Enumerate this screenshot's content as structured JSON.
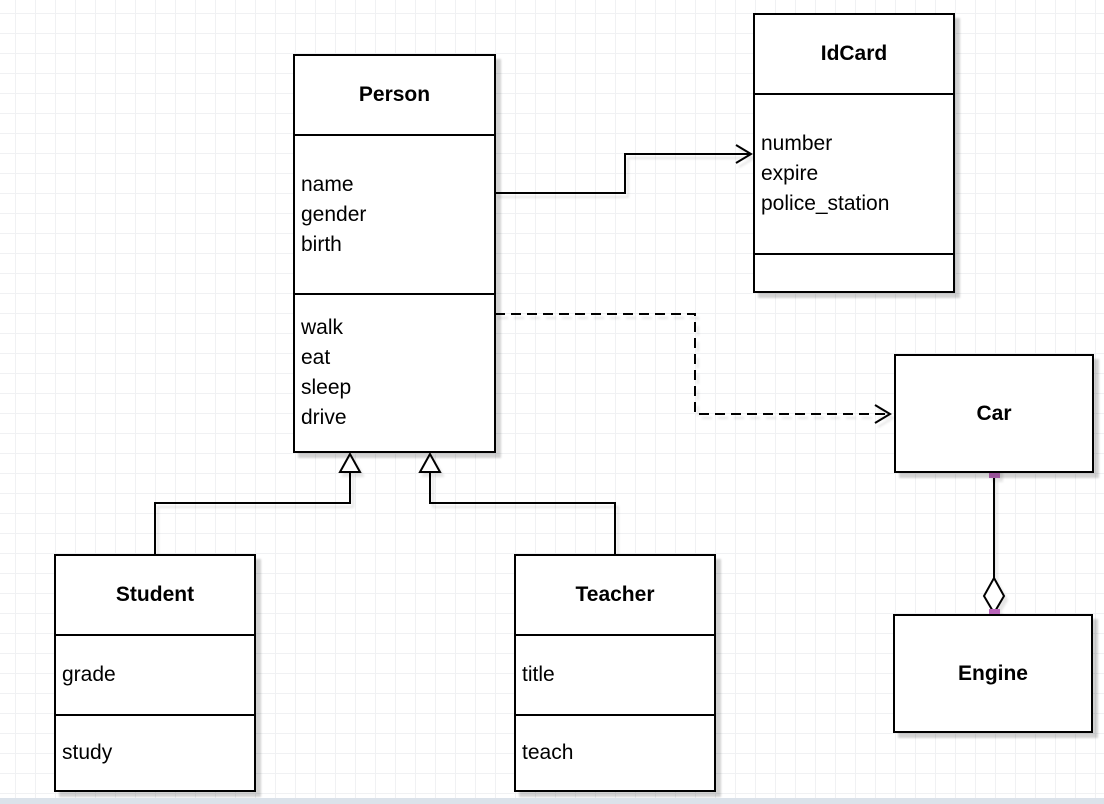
{
  "diagram": {
    "kind": "uml-class-diagram",
    "classes": {
      "person": {
        "name": "Person",
        "attributes": [
          "name",
          "gender",
          "birth"
        ],
        "methods": [
          "walk",
          "eat",
          "sleep",
          "drive"
        ]
      },
      "idcard": {
        "name": "IdCard",
        "attributes": [
          "number",
          "expire",
          "police_station"
        ],
        "methods": []
      },
      "car": {
        "name": "Car",
        "attributes": [],
        "methods": []
      },
      "engine": {
        "name": "Engine",
        "attributes": [],
        "methods": []
      },
      "student": {
        "name": "Student",
        "attributes": [
          "grade"
        ],
        "methods": [
          "study"
        ]
      },
      "teacher": {
        "name": "Teacher",
        "attributes": [
          "title"
        ],
        "methods": [
          "teach"
        ]
      }
    },
    "relationships": [
      {
        "from": "Person",
        "to": "IdCard",
        "type": "association",
        "line": "solid",
        "arrowhead": "open"
      },
      {
        "from": "Person",
        "to": "Car",
        "type": "dependency",
        "line": "dashed",
        "arrowhead": "open"
      },
      {
        "from": "Student",
        "to": "Person",
        "type": "generalization",
        "line": "solid",
        "arrowhead": "hollow-triangle"
      },
      {
        "from": "Teacher",
        "to": "Person",
        "type": "generalization",
        "line": "solid",
        "arrowhead": "hollow-triangle"
      },
      {
        "from": "Car",
        "to": "Engine",
        "type": "aggregation",
        "line": "solid",
        "arrowhead": "hollow-diamond"
      }
    ],
    "colors": {
      "stroke": "#000000",
      "fill": "#ffffff",
      "connection_point": "#b964b9",
      "grid_line": "#f0f1f3",
      "page_edge": "#dbe2ea"
    }
  }
}
